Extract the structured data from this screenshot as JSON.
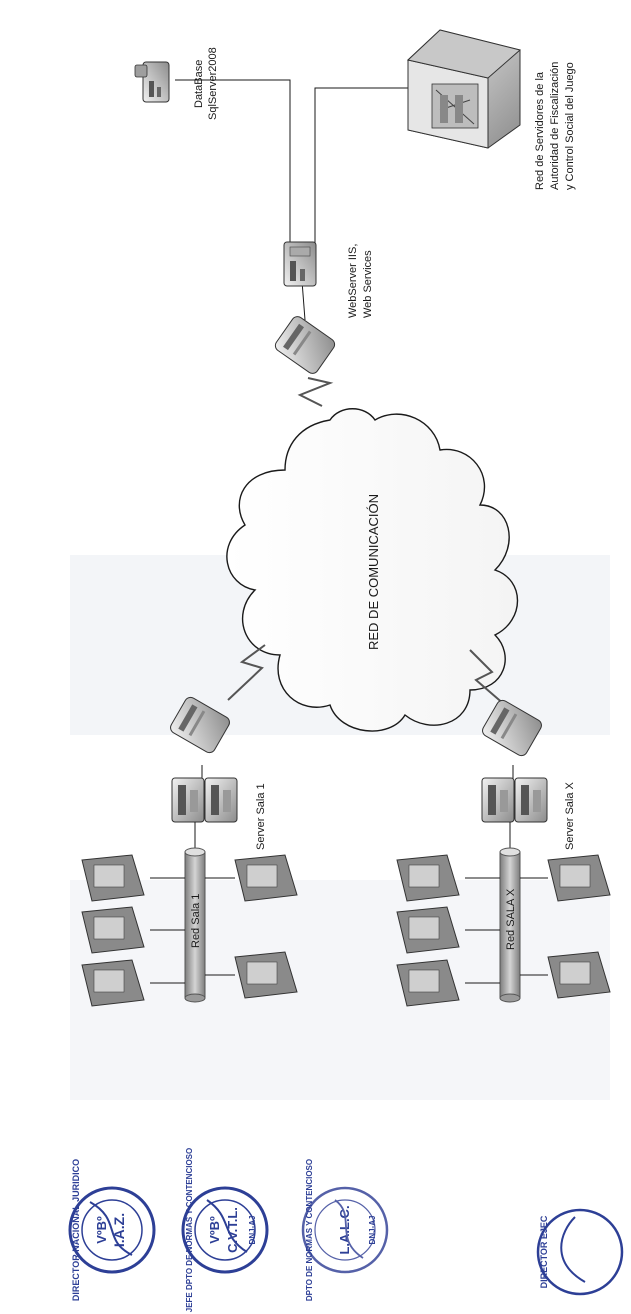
{
  "diagram": {
    "top_site": {
      "database_label": [
        "DataBase",
        "SqlServer2008"
      ],
      "webserver_label": [
        "WebServer IIS,",
        "Web Services"
      ],
      "server_network_label": [
        "Red de Servidores de la",
        "Autoridad de Fiscalización",
        "y Control Social del Juego"
      ]
    },
    "cloud_label": "RED DE COMUNICACIÓN",
    "sala_1": {
      "server_label": "Server Sala 1",
      "network_label": "Red Sala 1"
    },
    "sala_x": {
      "server_label": "Server Sala X",
      "network_label": "Red SALA X"
    }
  },
  "seals": [
    {
      "ring_text": "DIRECTOR NACIONAL JURIDICO",
      "center": "VºBº",
      "initials": "I.A.Z."
    },
    {
      "ring_text": "JEFE DPTO DE NORMAS Y CONTENCIOSO",
      "center": "VºBº",
      "initials": "C.V.T.L.",
      "side": "DNJ-AJ"
    },
    {
      "ring_text": "DPTO DE NORMAS Y CONTENCIOSO",
      "initials": "L.A.L.C.",
      "side": "DNJ-AJ"
    },
    {
      "ring_text": "DIRECTOR EJEC"
    }
  ],
  "colors": {
    "ink": "#1a1a1a",
    "seal_blue": "#2d3f96",
    "pipe": "#9a9a9a"
  }
}
